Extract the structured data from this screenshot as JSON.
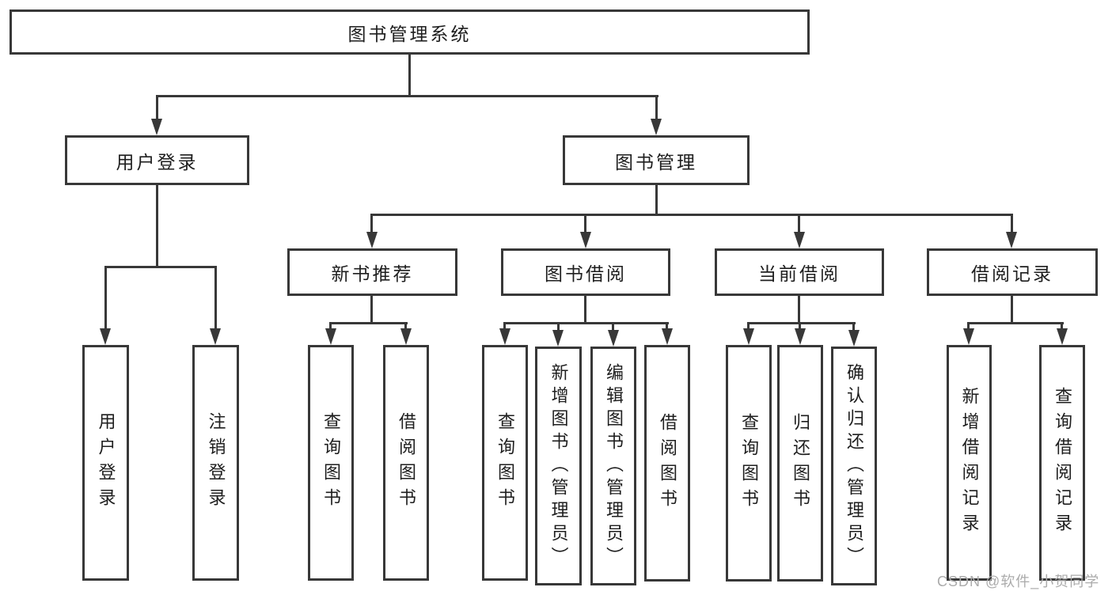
{
  "diagram": {
    "title": "图书管理系统",
    "level2": [
      {
        "label": "用户登录"
      },
      {
        "label": "图书管理"
      }
    ],
    "level3": [
      {
        "label": "新书推荐"
      },
      {
        "label": "图书借阅"
      },
      {
        "label": "当前借阅"
      },
      {
        "label": "借阅记录"
      }
    ],
    "leaves": {
      "user_login": [
        "用户登录",
        "注销登录"
      ],
      "new_book": [
        "查询图书",
        "借阅图书"
      ],
      "book_borrow": [
        "查询图书",
        "新增图书（管理员）",
        "编辑图书（管理员）",
        "借阅图书"
      ],
      "current_borrow": [
        "查询图书",
        "归还图书",
        "确认归还（管理员）"
      ],
      "borrow_record": [
        "新增借阅记录",
        "查询借阅记录"
      ]
    }
  },
  "watermark": {
    "text": "CSDN @软件_小贺同学"
  },
  "colors": {
    "line": "#383838",
    "text": "#1e1e1e",
    "watermark": "#ababab",
    "background": "#ffffff"
  }
}
